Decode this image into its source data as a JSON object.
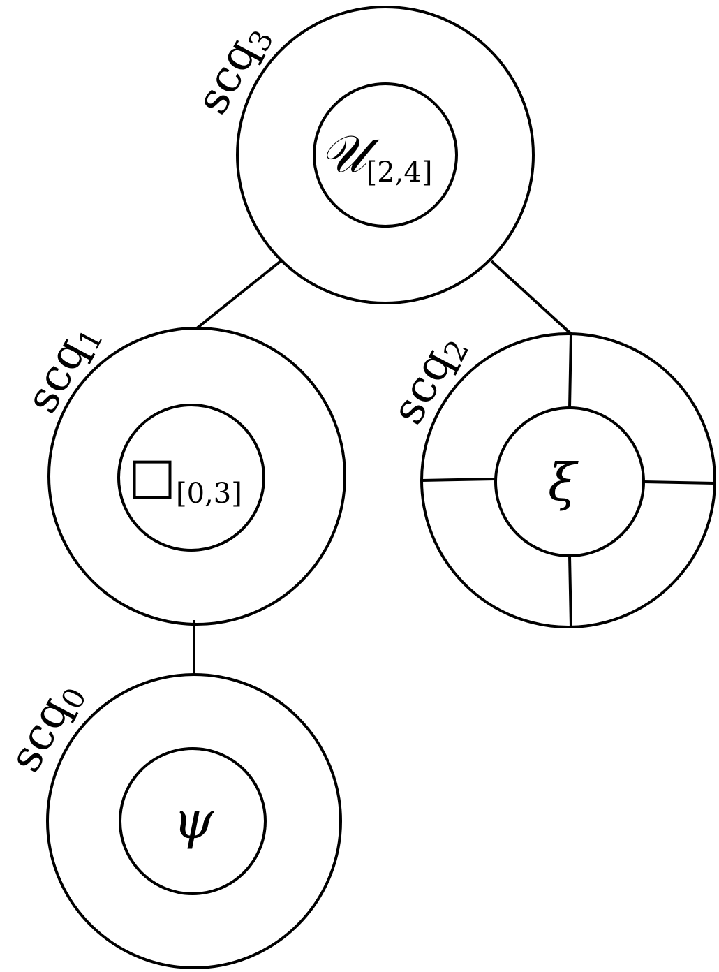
{
  "nodes": {
    "scq3": {
      "label_base": "scq",
      "label_index": "3",
      "symbol": "𝒰",
      "symbol_sub": "[2,4]"
    },
    "scq1": {
      "label_base": "scq",
      "label_index": "1",
      "symbol": "□",
      "symbol_sub": "[0,3]"
    },
    "scq2": {
      "label_base": "scq",
      "label_index": "2",
      "symbol": "ξ"
    },
    "scq0": {
      "label_base": "scq",
      "label_index": "0",
      "symbol": "ψ"
    }
  },
  "edges": [
    {
      "from": "scq3",
      "to": "scq1"
    },
    {
      "from": "scq3",
      "to": "scq2"
    },
    {
      "from": "scq1",
      "to": "scq0"
    }
  ]
}
